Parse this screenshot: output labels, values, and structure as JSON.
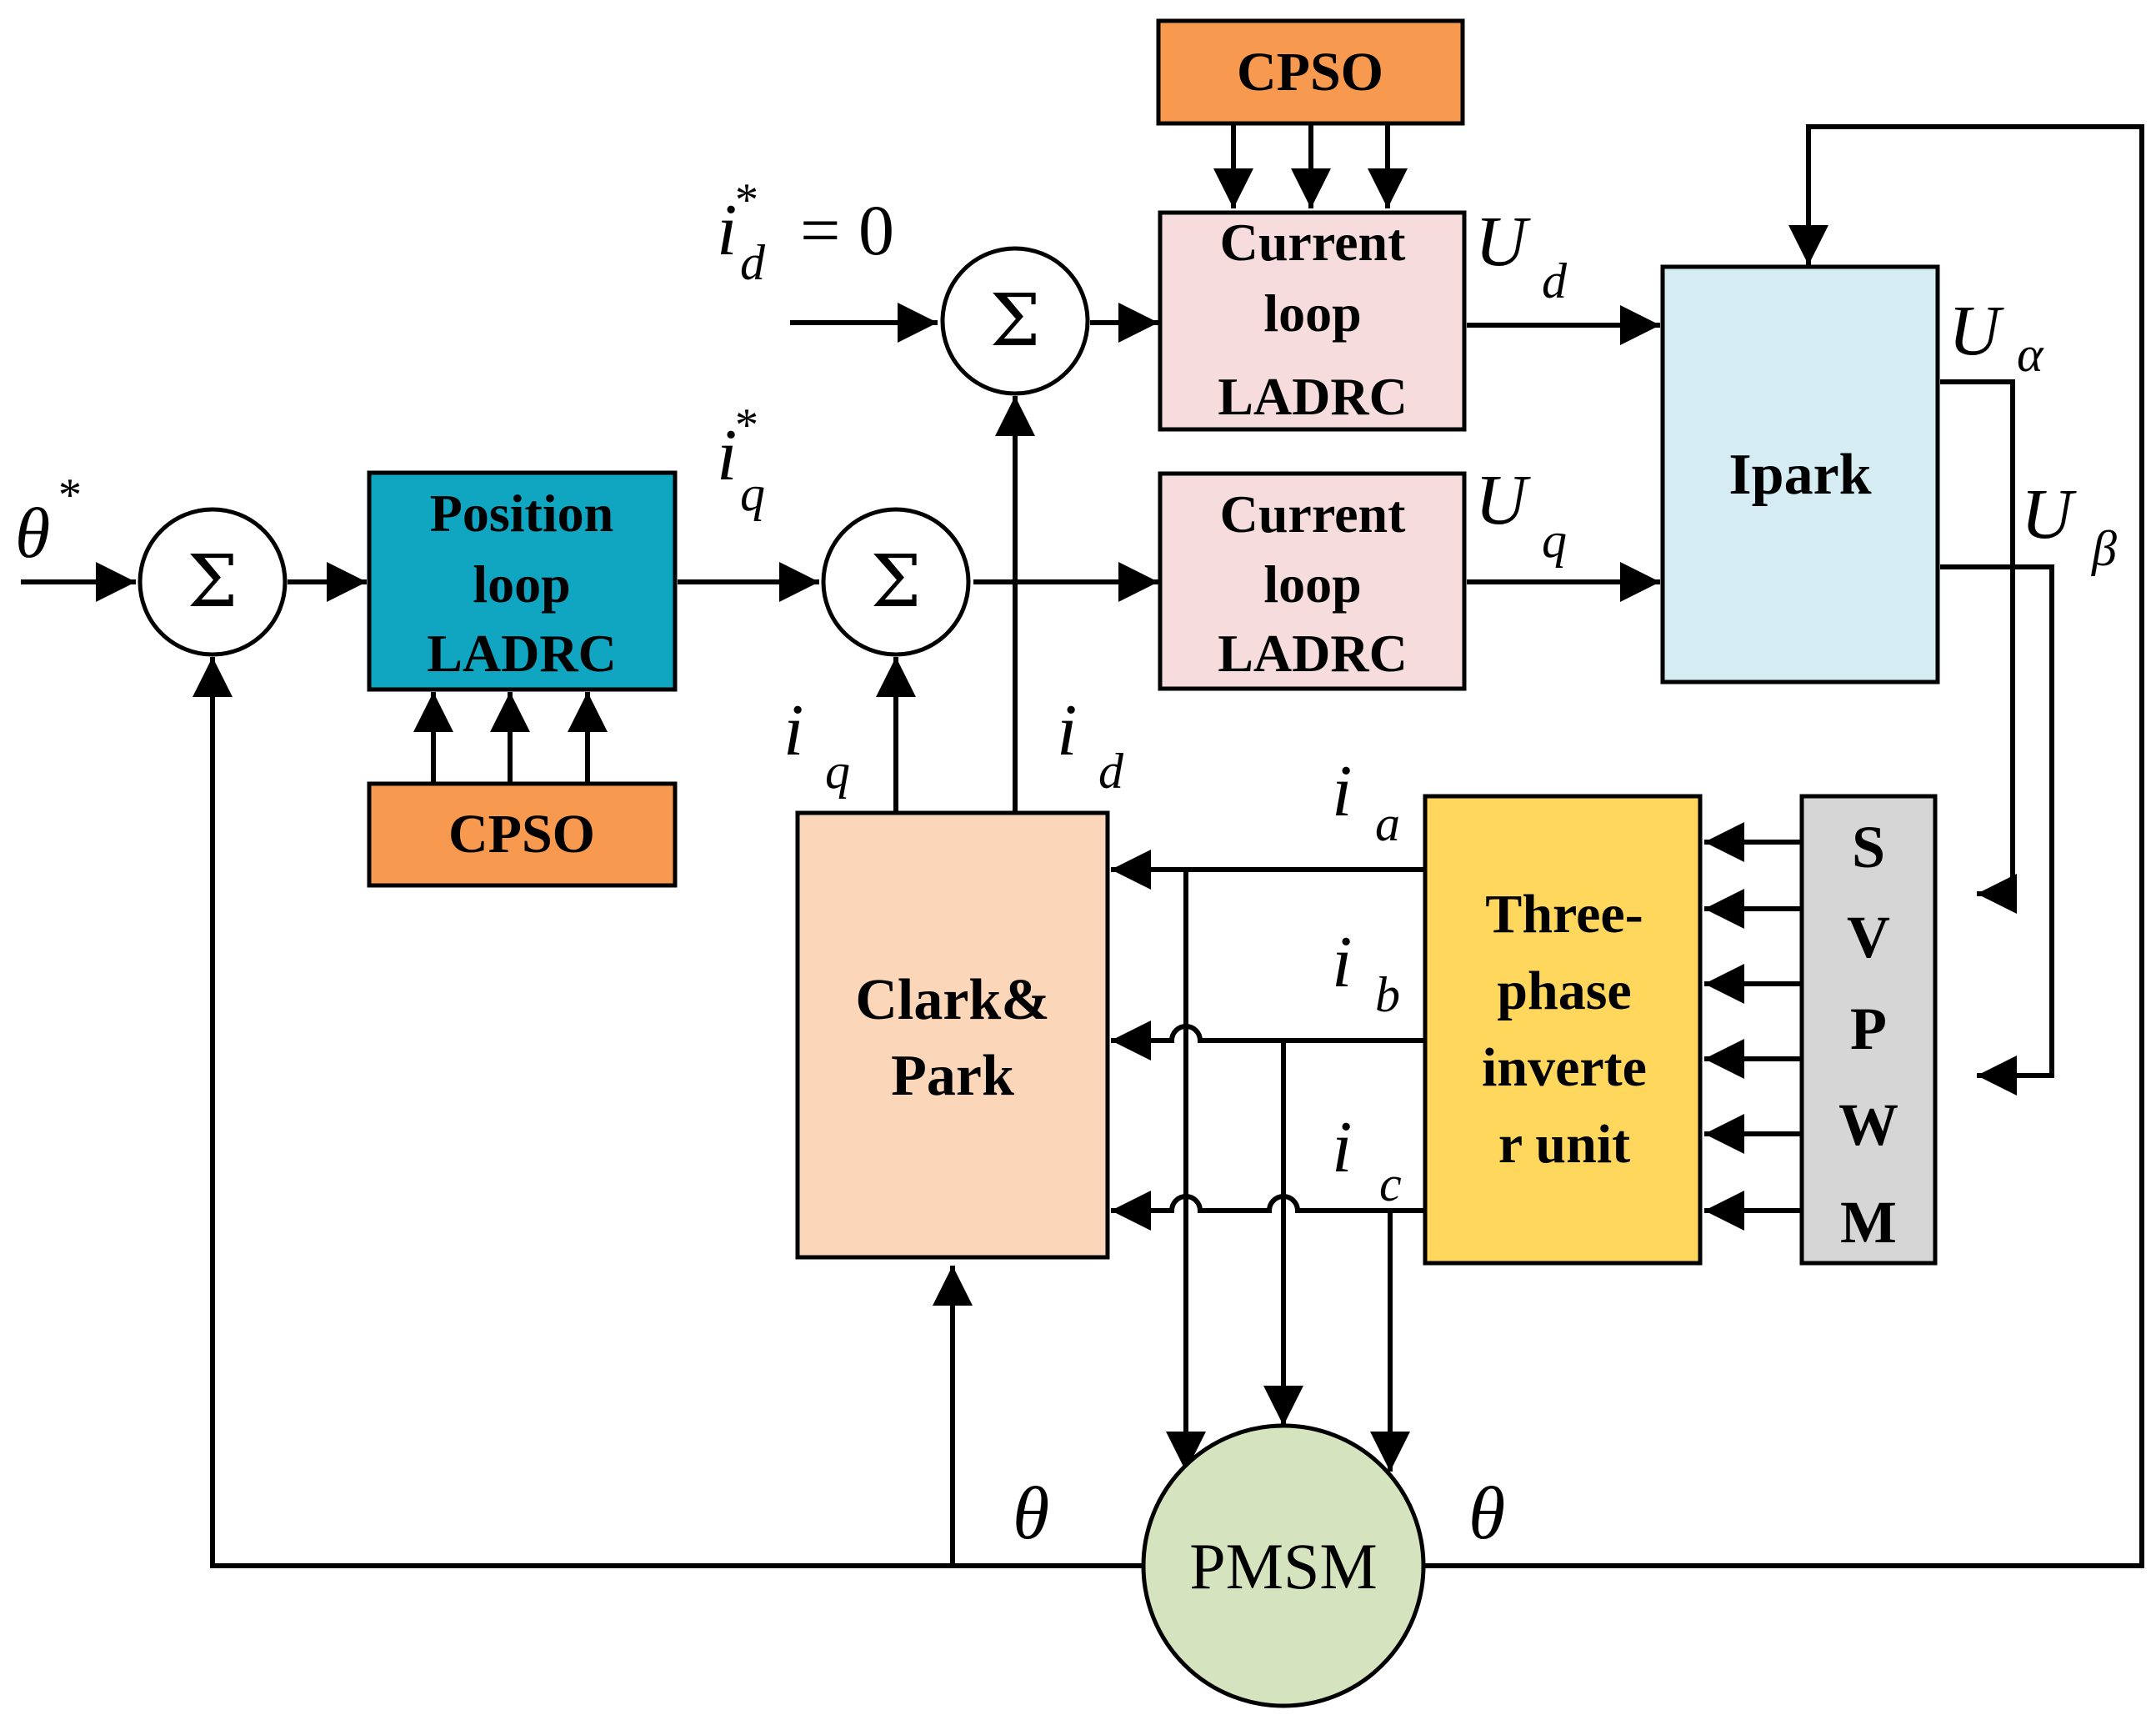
{
  "blocks": {
    "cpso_top": "CPSO",
    "cpso_bottom": "CPSO",
    "current_loop_d": [
      "Current",
      "loop",
      "LADRC"
    ],
    "current_loop_q": [
      "Current",
      "loop",
      "LADRC"
    ],
    "position_loop": [
      "Position",
      "loop",
      "LADRC"
    ],
    "ipark": "Ipark",
    "clark_park": [
      "Clark&",
      "Park"
    ],
    "inverter": [
      "Three-",
      "phase",
      "inverte",
      "r unit"
    ],
    "svpwm": [
      "S",
      "V",
      "P",
      "W",
      "M"
    ],
    "pmsm": "PMSM"
  },
  "summing": {
    "symbol": "Σ"
  },
  "signals": {
    "theta_ref": {
      "base": "θ",
      "sup": "*"
    },
    "id_ref": {
      "base": "i",
      "sub": "d",
      "sup": "*",
      "rest": "= 0"
    },
    "iq_ref": {
      "base": "i",
      "sub": "q",
      "sup": "*"
    },
    "Ud": {
      "base": "U",
      "sub": "d"
    },
    "Uq": {
      "base": "U",
      "sub": "q"
    },
    "Ualpha": {
      "base": "U",
      "sub": "α"
    },
    "Ubeta": {
      "base": "U",
      "sub": "β"
    },
    "iq": {
      "base": "i",
      "sub": "q"
    },
    "id": {
      "base": "i",
      "sub": "d"
    },
    "ia": {
      "base": "i",
      "sub": "a"
    },
    "ib": {
      "base": "i",
      "sub": "b"
    },
    "ic": {
      "base": "i",
      "sub": "c"
    },
    "theta_left": "θ",
    "theta_right": "θ"
  },
  "colors": {
    "cpso": "#F79A4F",
    "current_loop": "#F6DCDC",
    "position_loop": "#10A5C0",
    "ipark": "#D5EDF2",
    "clark_park": "#FCD6B8",
    "inverter": "#FFD75C",
    "svpwm": "#D6D6D6",
    "pmsm": "#D5E4BE"
  }
}
